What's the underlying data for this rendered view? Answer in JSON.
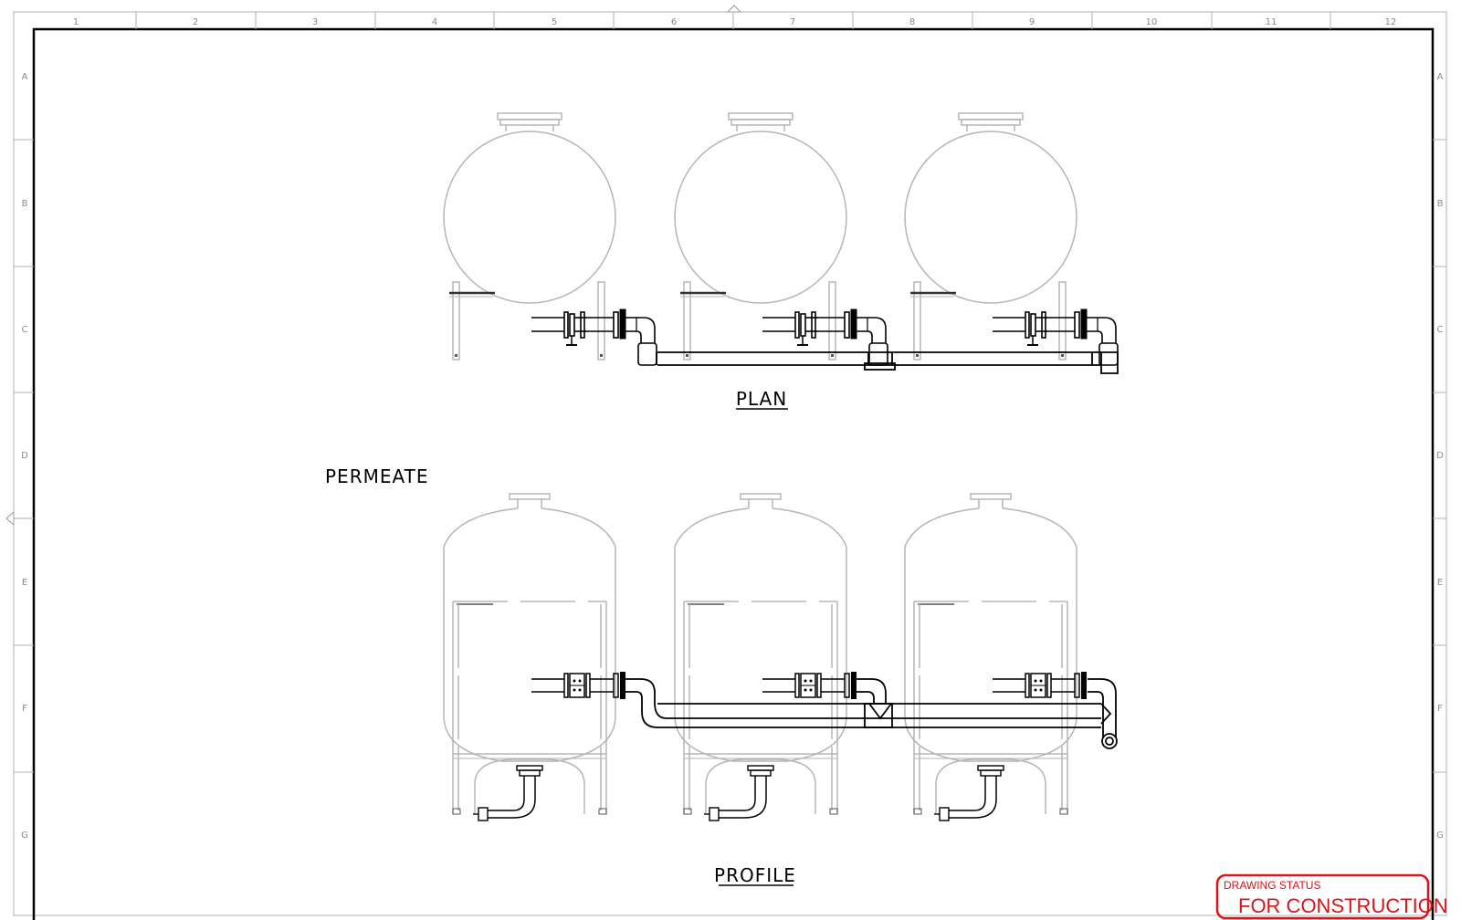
{
  "sheet": {
    "column_numbers": [
      "1",
      "2",
      "3",
      "4",
      "5",
      "6",
      "7",
      "8",
      "9",
      "10",
      "11",
      "12"
    ],
    "row_letters": [
      "A",
      "B",
      "C",
      "D",
      "E",
      "F",
      "G"
    ]
  },
  "views": {
    "plan_title": "PLAN",
    "section_title": "PERMEATE",
    "profile_title": "PROFILE"
  },
  "stamp": {
    "heading": "DRAWING STATUS",
    "status": "FOR CONSTRUCTION",
    "color": "#d9141b"
  },
  "colors": {
    "vessel_line": "#b5b5b5",
    "pipe_line": "#000000",
    "frame_line": "#000000",
    "border_line": "#9a9a9a"
  }
}
